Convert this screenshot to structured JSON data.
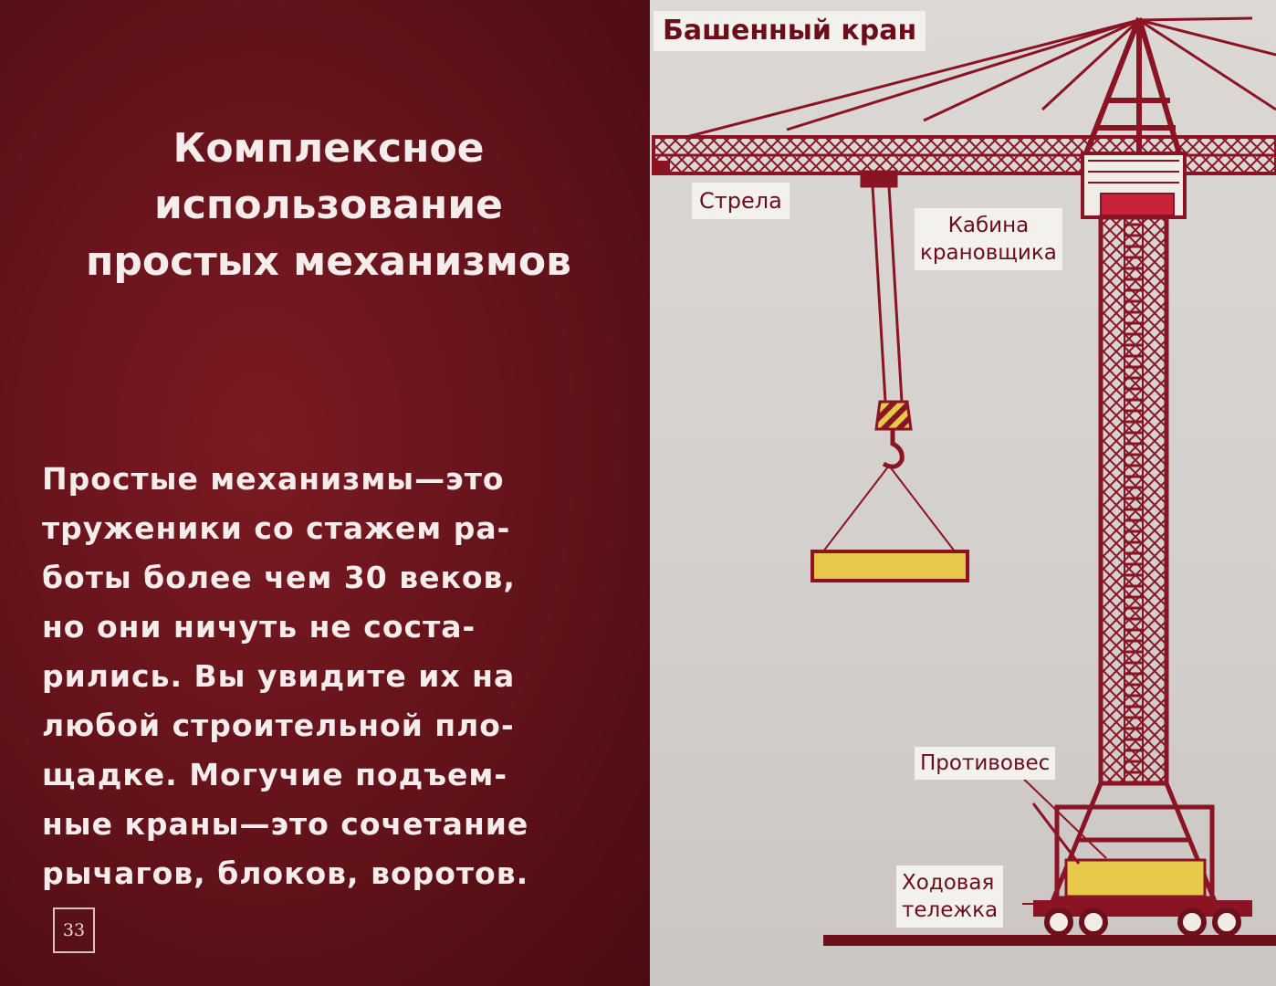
{
  "title_lines": [
    "Комплексное",
    "использование",
    "простых механизмов"
  ],
  "body_lines": [
    "Простые механизмы—это",
    "труженики со стажем ра-",
    "боты более чем 30 веков,",
    "но они ничуть не соста-",
    "рились. Вы увидите их на",
    "любой строительной пло-",
    "щадке. Могучие подъем-",
    "ные краны—это сочетание",
    "рычагов, блоков, воротов."
  ],
  "page_number": "33",
  "diagram": {
    "title": "Башенный кран",
    "labels": {
      "boom": "Стрела",
      "cabin_line1": "Кабина",
      "cabin_line2": "крановщика",
      "counterweight": "Противовес",
      "bogie_line1": "Ходовая",
      "bogie_line2": "тележка"
    }
  },
  "colors": {
    "background_maroon": "#5e1016",
    "text": "#f6ecec",
    "crane_red": "#8a1424",
    "cargo_yellow": "#e6c84a",
    "panel_gray": "#d6d2d0"
  }
}
